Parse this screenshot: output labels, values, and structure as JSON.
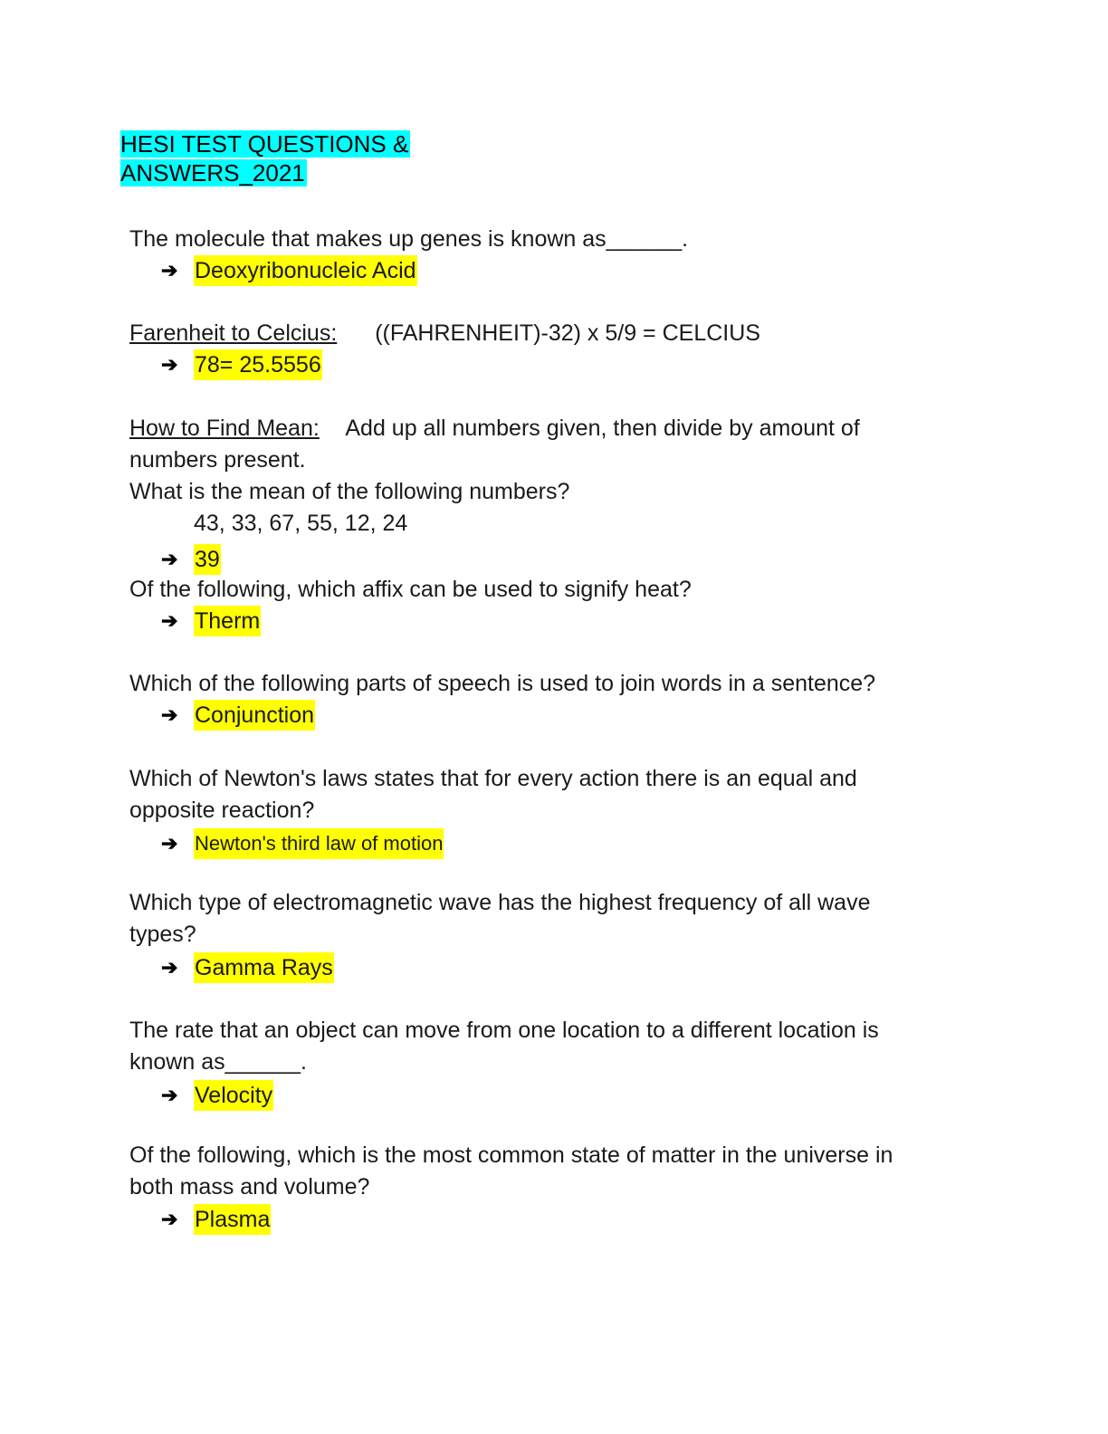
{
  "title": {
    "line1": "HESI TEST QUESTIONS & ",
    "line2": "ANSWERS_2021"
  },
  "colors": {
    "title_highlight": "#00ffff",
    "answer_highlight": "#ffff00"
  },
  "items": [
    {
      "question": "The molecule that makes up genes is known as______.",
      "answer": "Deoxyribonucleic Acid"
    },
    {
      "label": "Farenheit to Celcius:",
      "formula": "((FAHRENHEIT)-32) x 5/9 = CELCIUS",
      "answer": "78= 25.5556"
    },
    {
      "label": "How to Find Mean:",
      "text_line1": "Add up all numbers given, then divide by amount of",
      "text_line2": "numbers present.",
      "question": "What is the mean of the following numbers?",
      "numbers": "43, 33, 67, 55, 12, 24",
      "answer": "39"
    },
    {
      "question": "Of the following, which affix can be used to signify heat?",
      "answer": "Therm"
    },
    {
      "question": "Which of the following parts of speech is used to join words in a sentence?",
      "answer": "Conjunction"
    },
    {
      "question_line1": "Which of Newton's laws states that for every action there is an equal and",
      "question_line2": "opposite reaction?",
      "answer": "Newton's third law of motion"
    },
    {
      "question_line1": "Which type of electromagnetic wave has the highest frequency of all wave",
      "question_line2": "types?",
      "answer": "Gamma Rays"
    },
    {
      "question_line1": "The rate that an object can move from one location to a different location is",
      "question_line2": "known as______.",
      "answer": "Velocity"
    },
    {
      "question_line1": "Of the following, which is the most common state of matter in the universe in",
      "question_line2": "both mass and volume?",
      "answer": "Plasma"
    }
  ],
  "icons": {
    "bullet": "arrow-right-icon"
  },
  "arrow_glyph": "➔"
}
